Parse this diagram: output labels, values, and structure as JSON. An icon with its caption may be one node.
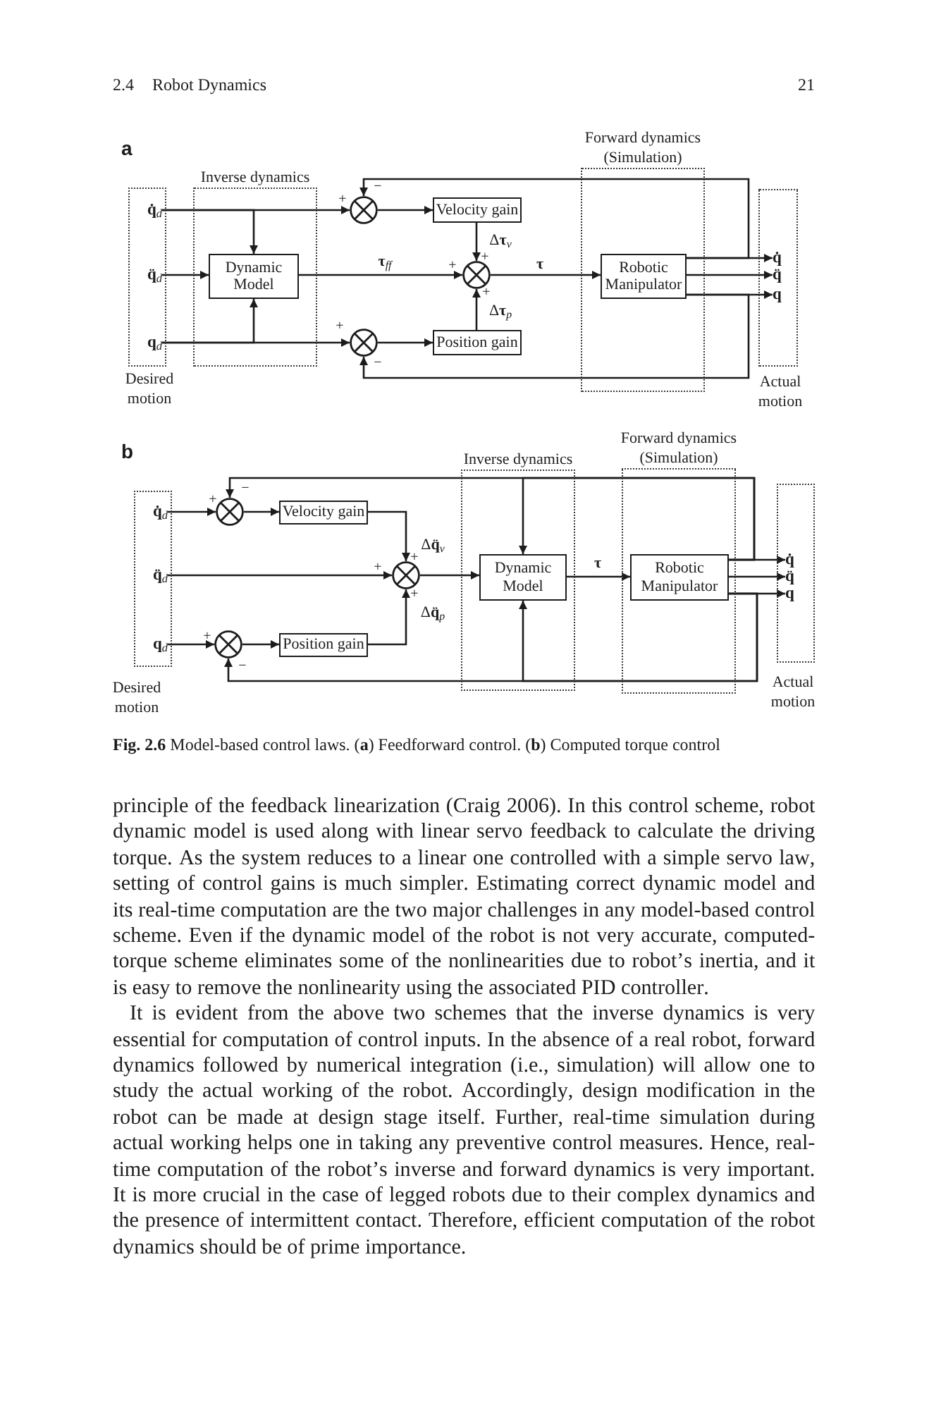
{
  "diagram": {
    "caption": "**Fig. 2.6** Model-based control laws. (**a**) Feedforward control. (**b**) Computed torque control",
    "nodes": [
      {
        "text": [
          "Desired motion"
        ]
      },
      {
        "text": [
          "q̇$_{d}$"
        ],
        "in": 0
      },
      {
        "text": [
          "q̈$_{d}$"
        ],
        "in": 0
      },
      {
        "text": [
          "q$_{d}$"
        ],
        "in": 0
      },
      {
        "text": [
          "Inverse dynamics"
        ]
      },
      {
        "text": [
          "Dynamic Model"
        ],
        "in": 4
      },
      {
        "text": [],
        "shape": "circle",
        "beside": [
          "−",
          "+"
        ]
      },
      {
        "text": [
          "Velocity gain"
        ]
      },
      {
        "text": [],
        "shape": "circle",
        "beside": [
          "+",
          "+",
          "+"
        ]
      },
      {
        "text": [],
        "shape": "circle",
        "beside": [
          "+",
          "−"
        ]
      },
      {
        "text": [
          "Position gain"
        ]
      },
      {
        "text": [
          "Forward dynamics (Simulation)"
        ]
      },
      {
        "text": [
          "Robotic Manipulator"
        ],
        "in": 11
      },
      {
        "text": [
          "Actual motion"
        ]
      },
      {
        "text": [
          "q̇"
        ],
        "in": 13
      },
      {
        "text": [
          "q̈"
        ],
        "in": 13
      },
      {
        "text": [
          "q"
        ],
        "in": 13
      },
      {
        "text": [
          "Desired motion"
        ]
      },
      {
        "text": [
          "q̇$_{d}$"
        ],
        "in": 17
      },
      {
        "text": [
          "q̈$_{d}$"
        ],
        "in": 17
      },
      {
        "text": [
          "q$_{d}$"
        ],
        "in": 17
      },
      {
        "text": [],
        "shape": "circle",
        "beside": [
          "−",
          "+"
        ]
      },
      {
        "text": [
          "Velocity gain"
        ]
      },
      {
        "text": [],
        "shape": "circle",
        "beside": [
          "+",
          "+",
          "+"
        ]
      },
      {
        "text": [],
        "shape": "circle",
        "beside": [
          "+",
          "−"
        ]
      },
      {
        "text": [
          "Position gain"
        ]
      },
      {
        "text": [
          "Inverse dynamics"
        ]
      },
      {
        "text": [
          "Dynamic Model"
        ],
        "in": 26
      },
      {
        "text": [
          "Forward dynamics (Simulation)"
        ]
      },
      {
        "text": [
          "Robotic Manipulator"
        ],
        "in": 28
      },
      {
        "text": [
          "Actual motion"
        ]
      },
      {
        "text": [
          "q̇"
        ],
        "in": 30
      },
      {
        "text": [
          "q̈"
        ],
        "in": 30
      },
      {
        "text": [
          "q"
        ],
        "in": 30
      }
    ],
    "edges": [
      {
        "from": 1,
        "to": 6,
        "arrow": "to"
      },
      {
        "from": 1,
        "to": 5,
        "arrow": "to"
      },
      {
        "from": 2,
        "to": 5,
        "arrow": "to"
      },
      {
        "from": 3,
        "to": 9,
        "arrow": "to"
      },
      {
        "from": 3,
        "to": 5,
        "arrow": "to"
      },
      {
        "from": 6,
        "to": 7,
        "arrow": "to"
      },
      {
        "from": 9,
        "to": 10,
        "arrow": "to"
      },
      {
        "from": 5,
        "to": 8,
        "label": "τ$_{ff}$",
        "arrow": "to"
      },
      {
        "from": 7,
        "to": 8,
        "label": "Δ**τ**$_{v}$",
        "arrow": "to"
      },
      {
        "from": 10,
        "to": 8,
        "label": "Δ**τ**$_{p}$",
        "arrow": "to"
      },
      {
        "from": 8,
        "to": 12,
        "label": "τ",
        "arrow": "to"
      },
      {
        "from": 12,
        "to": 14,
        "arrow": "to"
      },
      {
        "from": 12,
        "to": 15,
        "arrow": "to"
      },
      {
        "from": 12,
        "to": 16,
        "arrow": "to"
      },
      {
        "from": 12,
        "to": 6,
        "arrow": "to"
      },
      {
        "from": 12,
        "to": 9,
        "arrow": "to"
      },
      {
        "from": 18,
        "to": 21,
        "arrow": "to"
      },
      {
        "from": 19,
        "to": 23,
        "arrow": "to"
      },
      {
        "from": 20,
        "to": 24,
        "arrow": "to"
      },
      {
        "from": 21,
        "to": 22,
        "arrow": "to"
      },
      {
        "from": 24,
        "to": 25,
        "arrow": "to"
      },
      {
        "from": 22,
        "to": 23,
        "label": "Δ**q̈**$_{v}$",
        "arrow": "to"
      },
      {
        "from": 25,
        "to": 23,
        "label": "Δ**q̈**$_{p}$",
        "arrow": "to"
      },
      {
        "from": 23,
        "to": 27,
        "arrow": "to"
      },
      {
        "from": 27,
        "to": 29,
        "label": "τ",
        "arrow": "to"
      },
      {
        "from": 29,
        "to": 31,
        "arrow": "to"
      },
      {
        "from": 29,
        "to": 32,
        "arrow": "to"
      },
      {
        "from": 29,
        "to": 33,
        "arrow": "to"
      },
      {
        "from": 29,
        "to": 21,
        "arrow": "to"
      },
      {
        "from": 29,
        "to": 27,
        "arrow": "to"
      },
      {
        "from": 29,
        "to": 24,
        "arrow": "to"
      },
      {
        "from": 29,
        "to": 27,
        "arrow": "to"
      }
    ],
    "labels": [
      "2.4",
      "Robot Dynamics",
      "21",
      "a",
      "b",
      "principle of the feedback linearization (Craig 2006). In this control scheme, robot dynamic model is used along with linear servo feedback to calculate the driving torque. As the system reduces to a linear one controlled with a simple servo law, setting of control gains is much simpler. Estimating correct dynamic model and its real-time computation are the two major challenges in any model-based control scheme. Even if the dynamic model of the robot is not very accurate, computed-torque scheme eliminates some of the nonlinearities due to robot’s inertia, and it is easy to remove the nonlinearity using the associated PID controller.",
      "It is evident from the above two schemes that the inverse dynamics is very essential for computation of control inputs. In the absence of a real robot, forward dynamics followed by numerical integration (i.e., simulation) will allow one to study the actual working of the robot. Accordingly, design modification in the robot can be made at design stage itself. Further, real-time simulation during actual working helps one in taking any preventive control measures. Hence, real-time computation of the robot’s inverse and forward dynamics is very important. It is more crucial in the case of legged robots due to their complex dynamics and the presence of intermittent contact. Therefore, efficient computation of the robot dynamics should be of prime importance."
    ]
  }
}
